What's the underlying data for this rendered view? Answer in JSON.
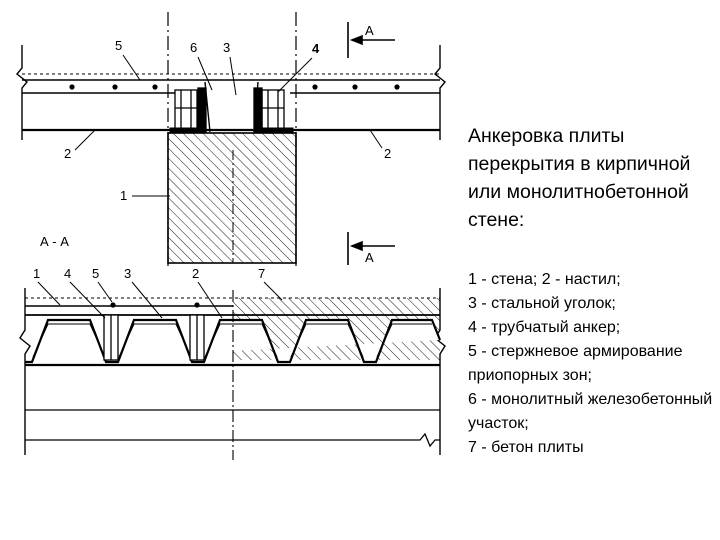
{
  "title": "Анкеровка плиты перекрытия в кирпичной или монолитнобетонной стене:",
  "section_marks": {
    "top": "А",
    "bottom": "А",
    "section": "А - А"
  },
  "top_callouts": [
    "5",
    "6",
    "3",
    "4",
    "2",
    "2",
    "1"
  ],
  "bottom_callouts": [
    "1",
    "4",
    "5",
    "3",
    "2",
    "7"
  ],
  "legend": [
    "1 - стена; 2 - настил;",
    "3 - стальной уголок;",
    "4 - трубчатый анкер;",
    "5 - стержневое армирование приопорных зон;",
    "6 - монолитный железобетонный участок;",
    "7 - бетон плиты"
  ]
}
